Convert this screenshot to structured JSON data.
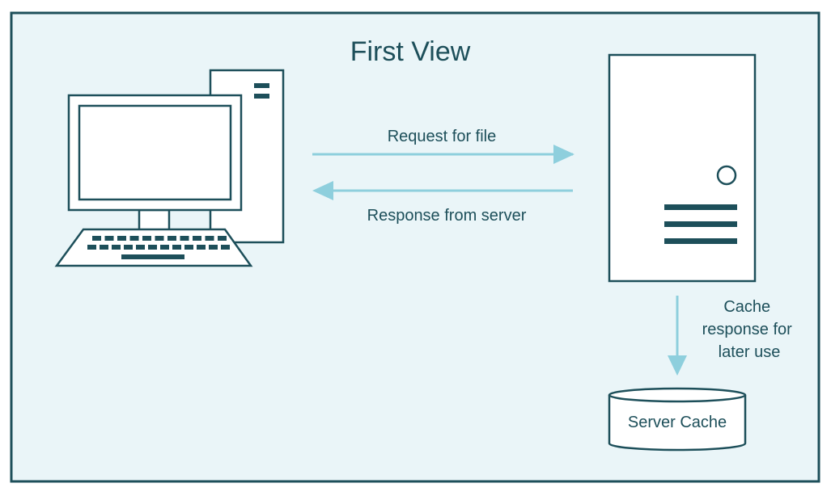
{
  "title": "First View",
  "arrows": {
    "request": "Request for file",
    "response": "Response from server",
    "cache": [
      "Cache",
      "response for",
      "later use"
    ]
  },
  "cache_store": {
    "label": "Server Cache"
  },
  "colors": {
    "background": "#eaf5f8",
    "frame": "#1d4f5a",
    "arrow": "#8ecfdd",
    "device_fill": "#ffffff",
    "text": "#1d4f5a"
  }
}
